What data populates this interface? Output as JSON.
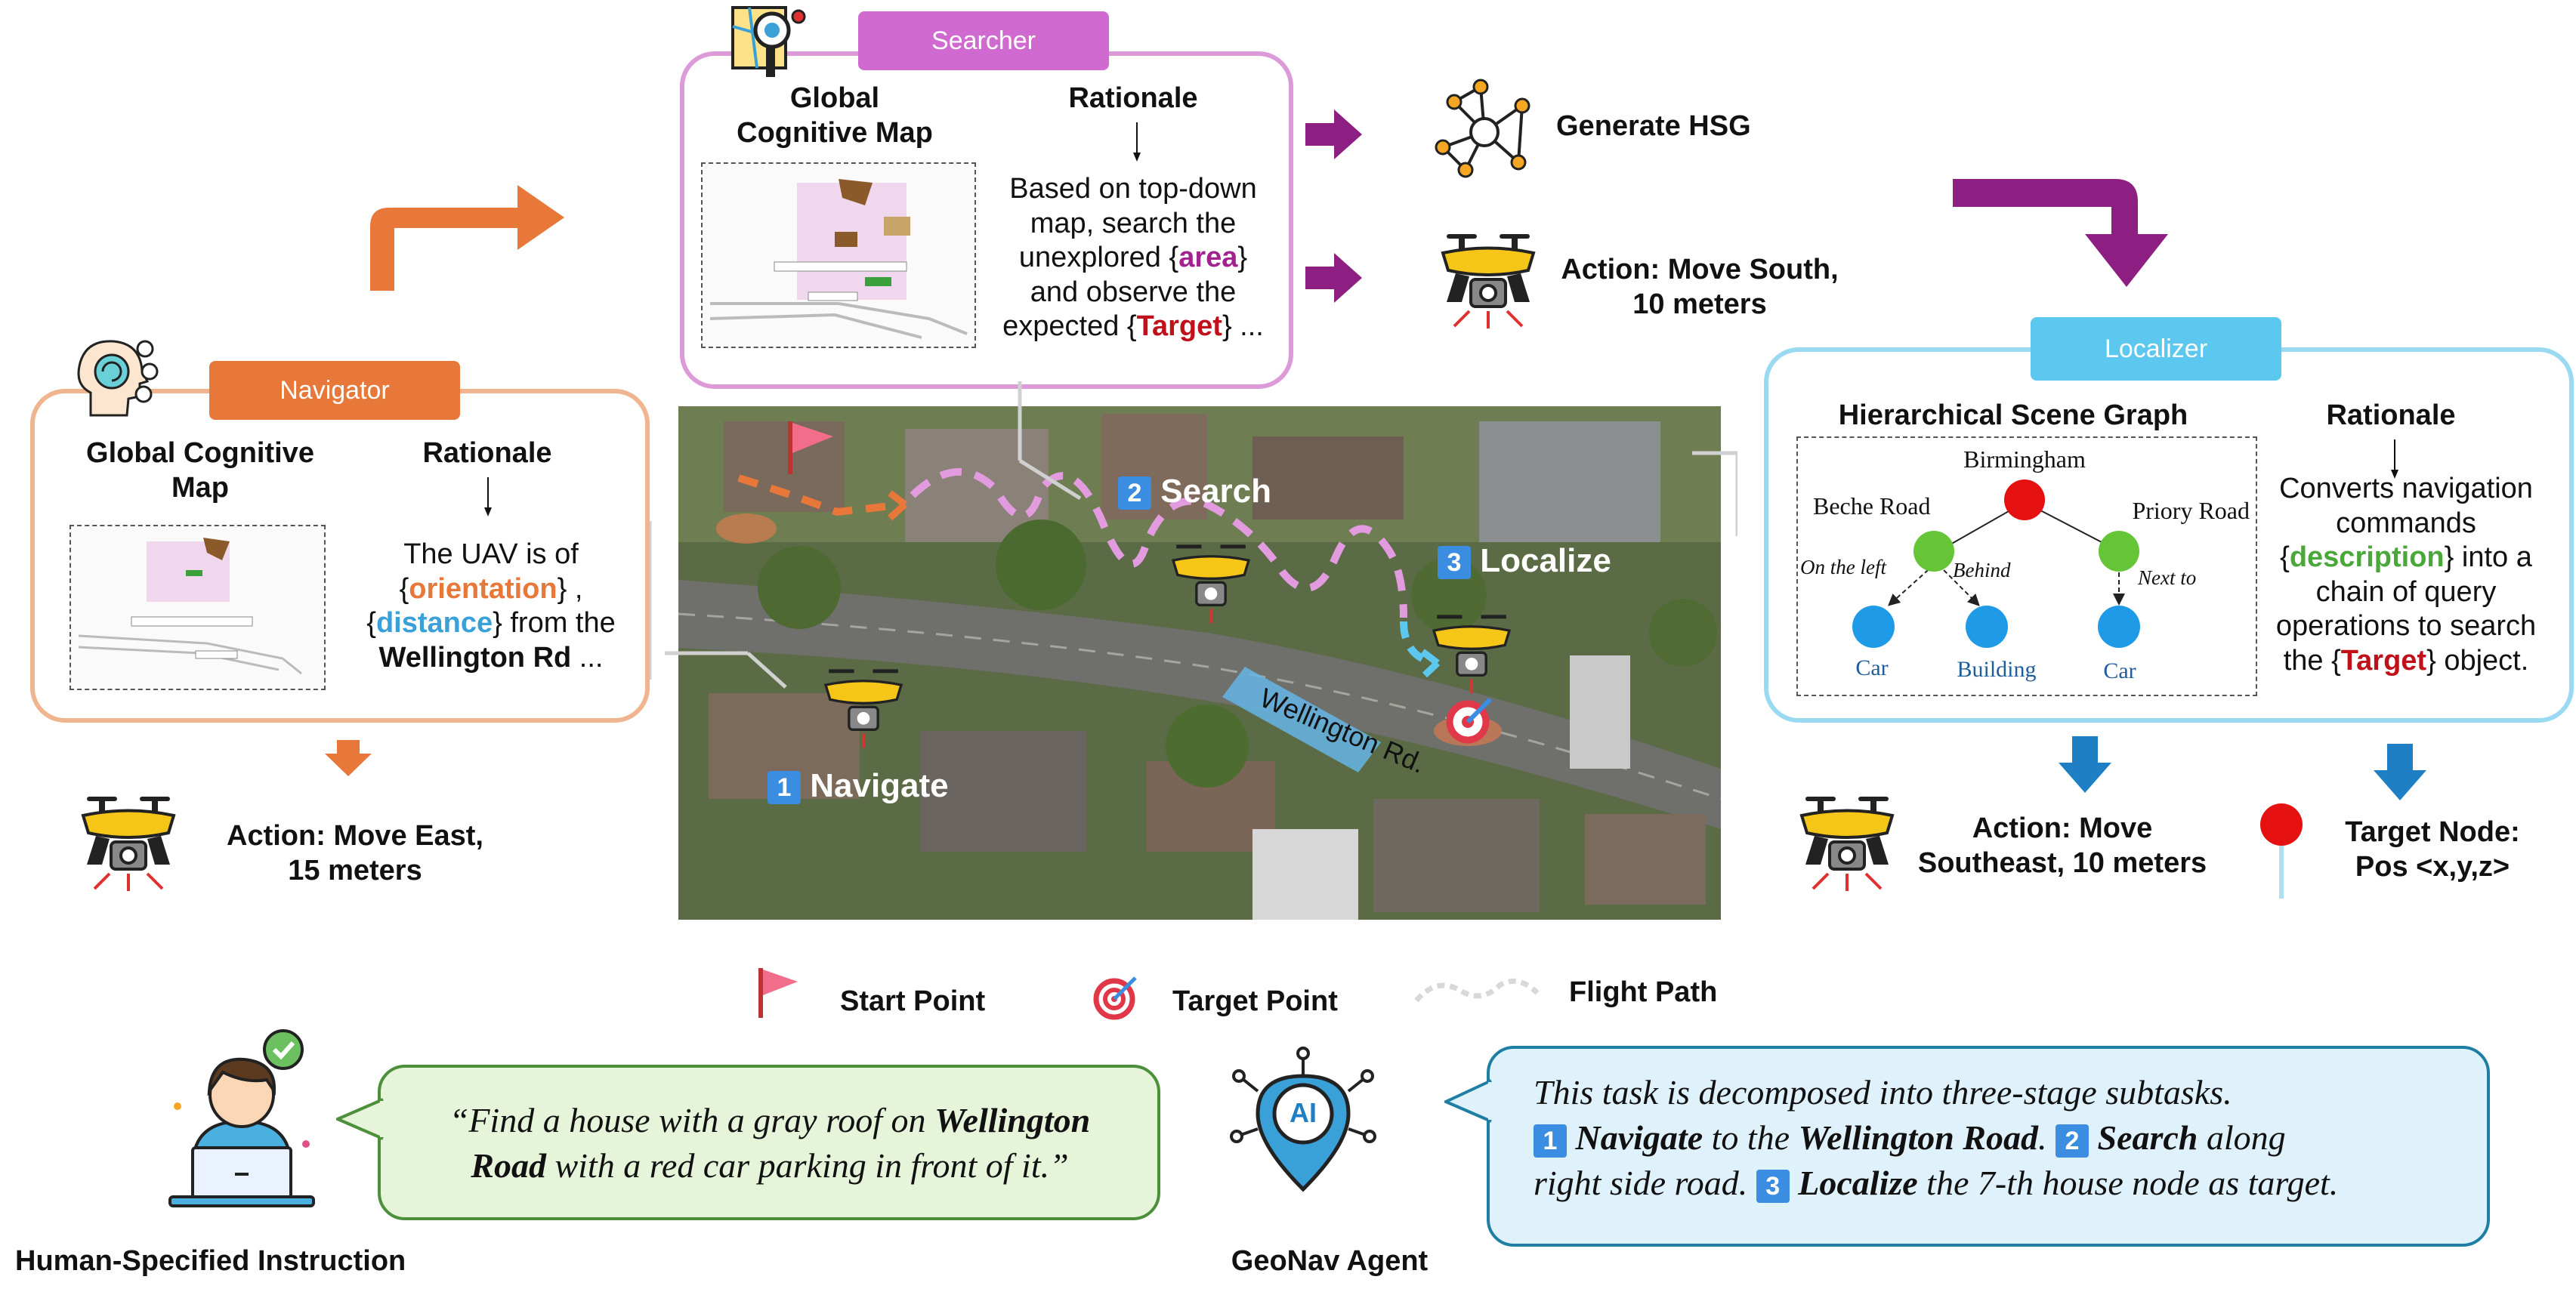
{
  "navigator": {
    "title": "Navigator",
    "map_heading": "Global Cognitive  Map",
    "rationale_heading": "Rationale",
    "rationale": [
      "The UAV is of",
      "{",
      "orientation",
      "} ,",
      "{",
      "distance",
      "} from the",
      "Wellington Rd",
      " ..."
    ],
    "action": [
      "Action: Move East,",
      "15 meters"
    ]
  },
  "searcher": {
    "title": "Searcher",
    "map_heading": "Global Cognitive  Map",
    "rationale_heading": "Rationale",
    "rationale": [
      "Based on top-down",
      "map, search the",
      "unexplored {",
      "area",
      "}",
      "and observe the",
      "expected {",
      "Target",
      "} ..."
    ],
    "hsg_label": "Generate HSG",
    "action": [
      "Action: Move South,",
      "10 meters"
    ]
  },
  "localizer": {
    "title": "Localizer",
    "graph_heading": "Hierarchical Scene Graph",
    "rationale_heading": "Rationale",
    "graph": {
      "root": "Birmingham",
      "level1": [
        "Beche Road",
        "Priory Road"
      ],
      "edges": [
        "On the left",
        "Behind",
        "Next to"
      ],
      "leaves": [
        "Car",
        "Building",
        "Car"
      ]
    },
    "rationale": [
      "Converts navigation",
      "commands",
      "{",
      "description",
      "} into a",
      "chain of query",
      "operations to search",
      "the {",
      "Target",
      "} object."
    ],
    "action": [
      "Action: Move",
      "Southeast, 10 meters"
    ],
    "target_node": [
      "Target Node:",
      "Pos <x,y,z>"
    ]
  },
  "aerial": {
    "steps": [
      {
        "num": "1",
        "label": "Navigate"
      },
      {
        "num": "2",
        "label": "Search"
      },
      {
        "num": "3",
        "label": "Localize"
      }
    ],
    "road_label": "Wellington Rd."
  },
  "legend": {
    "start": "Start Point",
    "target": "Target Point",
    "path": "Flight Path"
  },
  "human": {
    "instruction_parts": [
      "“Find a house with a gray roof on ",
      "Wellington Road",
      " with a red car parking in front of it.”"
    ],
    "label": "Human-Specified Instruction"
  },
  "agent": {
    "label": "GeoNav Agent",
    "icon_text": "AI",
    "response": {
      "intro": "This task is decomposed into three-stage subtasks.",
      "num1": "1",
      "navigate": "Navigate",
      "to_the": " to the ",
      "road": "Wellington Road",
      "period": ".",
      "num2": "2",
      "search": "Search",
      "along": " along",
      "line3_pre": "right side road.",
      "num3": "3",
      "localize": "Localize",
      "line3_post": " the 7-th house node as target."
    }
  },
  "colors": {
    "navigator": "#e8773a",
    "searcher": "#d06ad0",
    "localizer": "#5cc8ef",
    "orange_text": "#e8773a",
    "blue_text": "#3aa0d8",
    "purple_text": "#a2238f",
    "red_text": "#c0101a",
    "green_text": "#4aa83a",
    "arrow_purple": "#8e1f82",
    "arrow_blue": "#1f7fc4"
  }
}
